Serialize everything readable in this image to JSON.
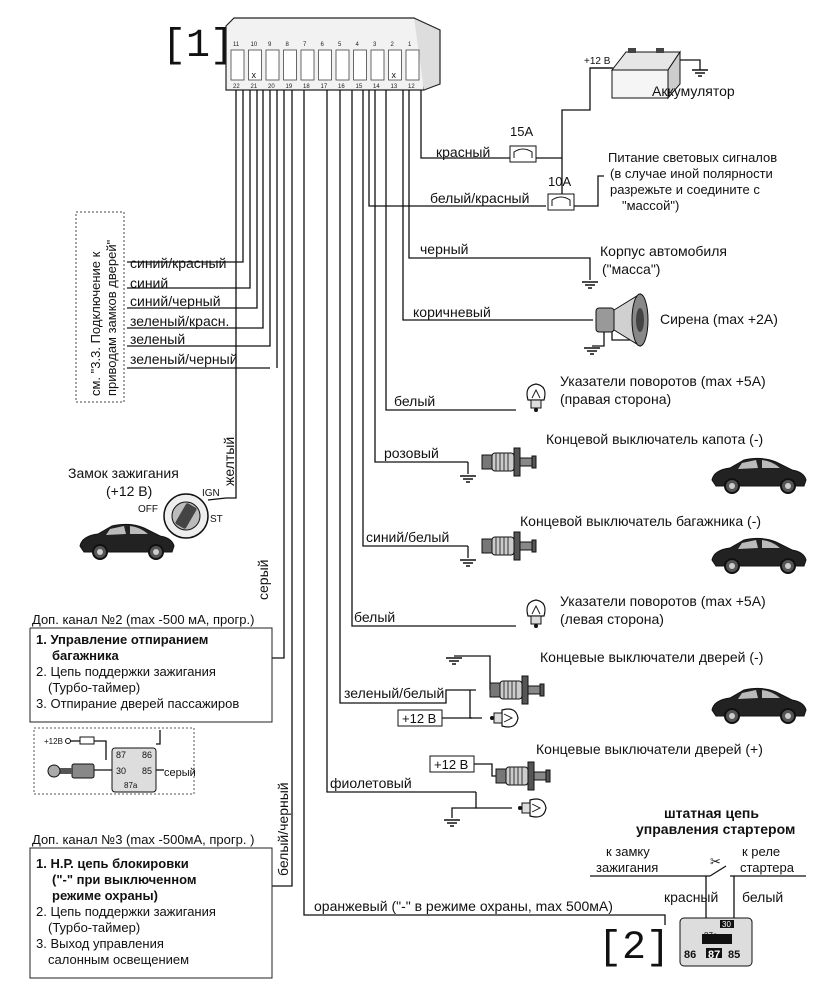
{
  "markers": {
    "m1": "[1]",
    "m2": "[2]"
  },
  "connector": {
    "top_pins": [
      "11",
      "10",
      "9",
      "8",
      "7",
      "6",
      "5",
      "4",
      "3",
      "2",
      "1"
    ],
    "bottom_pins": [
      "22",
      "21",
      "20",
      "19",
      "18",
      "17",
      "16",
      "15",
      "14",
      "13",
      "12"
    ],
    "x_mark": "x"
  },
  "battery": {
    "plus": "+12 В",
    "label": "Аккумулятор"
  },
  "fuses": {
    "f15": "15A",
    "f10": "10A"
  },
  "wires": {
    "red": "красный",
    "white_red": "белый/красный",
    "black": "черный",
    "brown": "коричневый",
    "white1": "белый",
    "pink": "розовый",
    "blue_white": "синий/белый",
    "white2": "белый",
    "green_white": "зеленый/белый",
    "violet": "фиолетовый",
    "orange": "оранжевый (\"-\" в режиме охраны, max 500мА)",
    "yellow": "желтый",
    "gray": "серый",
    "white_black": "белый/черный",
    "blue_red": "синий/красный",
    "blue": "синий",
    "blue_black": "синий/черный",
    "green_red": "зеленый/красн.",
    "green": "зеленый",
    "green_black": "зеленый/черный"
  },
  "notes": {
    "light_power": [
      "Питание световых сигналов",
      "(в случае иной полярности",
      "разрежьте и соедините с",
      "\"массой\")"
    ],
    "door_lock_ref": [
      "см. \"3.3. Подключение к",
      "приводам замков дверей\""
    ]
  },
  "loads": {
    "ground": [
      "Корпус автомобиля",
      "(\"масса\")"
    ],
    "siren": "Сирена (max +2A)",
    "turn_right": [
      "Указатели поворотов (max +5A)",
      "(правая сторона)"
    ],
    "hood": "Концевой выключатель капота (-)",
    "trunk": "Концевой выключатель багажника (-)",
    "turn_left": [
      "Указатели поворотов (max +5A)",
      "(левая сторона)"
    ],
    "doors_minus": "Концевые выключатели дверей (-)",
    "doors_plus": "Концевые выключатели дверей (+)",
    "plus12a": "+12 В",
    "plus12b": "+12 В"
  },
  "ignition": {
    "title": "Замок зажигания",
    "sub": "(+12 В)",
    "off": "OFF",
    "ign": "IGN",
    "st": "ST"
  },
  "channel2": {
    "title": "Доп. канал №2 (max -500 мА, прогр.)",
    "items": [
      "1. Управление отпиранием",
      "багажника",
      "2. Цепь поддержки зажигания",
      "(Турбо-таймер)",
      "3. Отпирание дверей пассажиров"
    ]
  },
  "relay_small": {
    "plus": "+12В",
    "p87": "87",
    "p86": "86",
    "p30": "30",
    "p85": "85",
    "p87a": "87a",
    "wire": "серый"
  },
  "channel3": {
    "title": "Доп. канал №3 (max -500мА, прогр. )",
    "items": [
      "1. Н.Р. цепь блокировки",
      "(\"-\" при выключенном",
      "режиме охраны)",
      "2. Цепь поддержки зажигания",
      "(Турбо-таймер)",
      "3. Выход управления",
      "салонным освещением"
    ]
  },
  "starter": {
    "title": [
      "штатная цепь",
      "управления стартером"
    ],
    "left": [
      "к замку",
      "зажигания"
    ],
    "right": [
      "к реле",
      "стартера"
    ],
    "red": "красный",
    "white": "белый",
    "p30": "30",
    "p87a": "87a",
    "p86": "86",
    "p87": "87",
    "p85": "85"
  }
}
